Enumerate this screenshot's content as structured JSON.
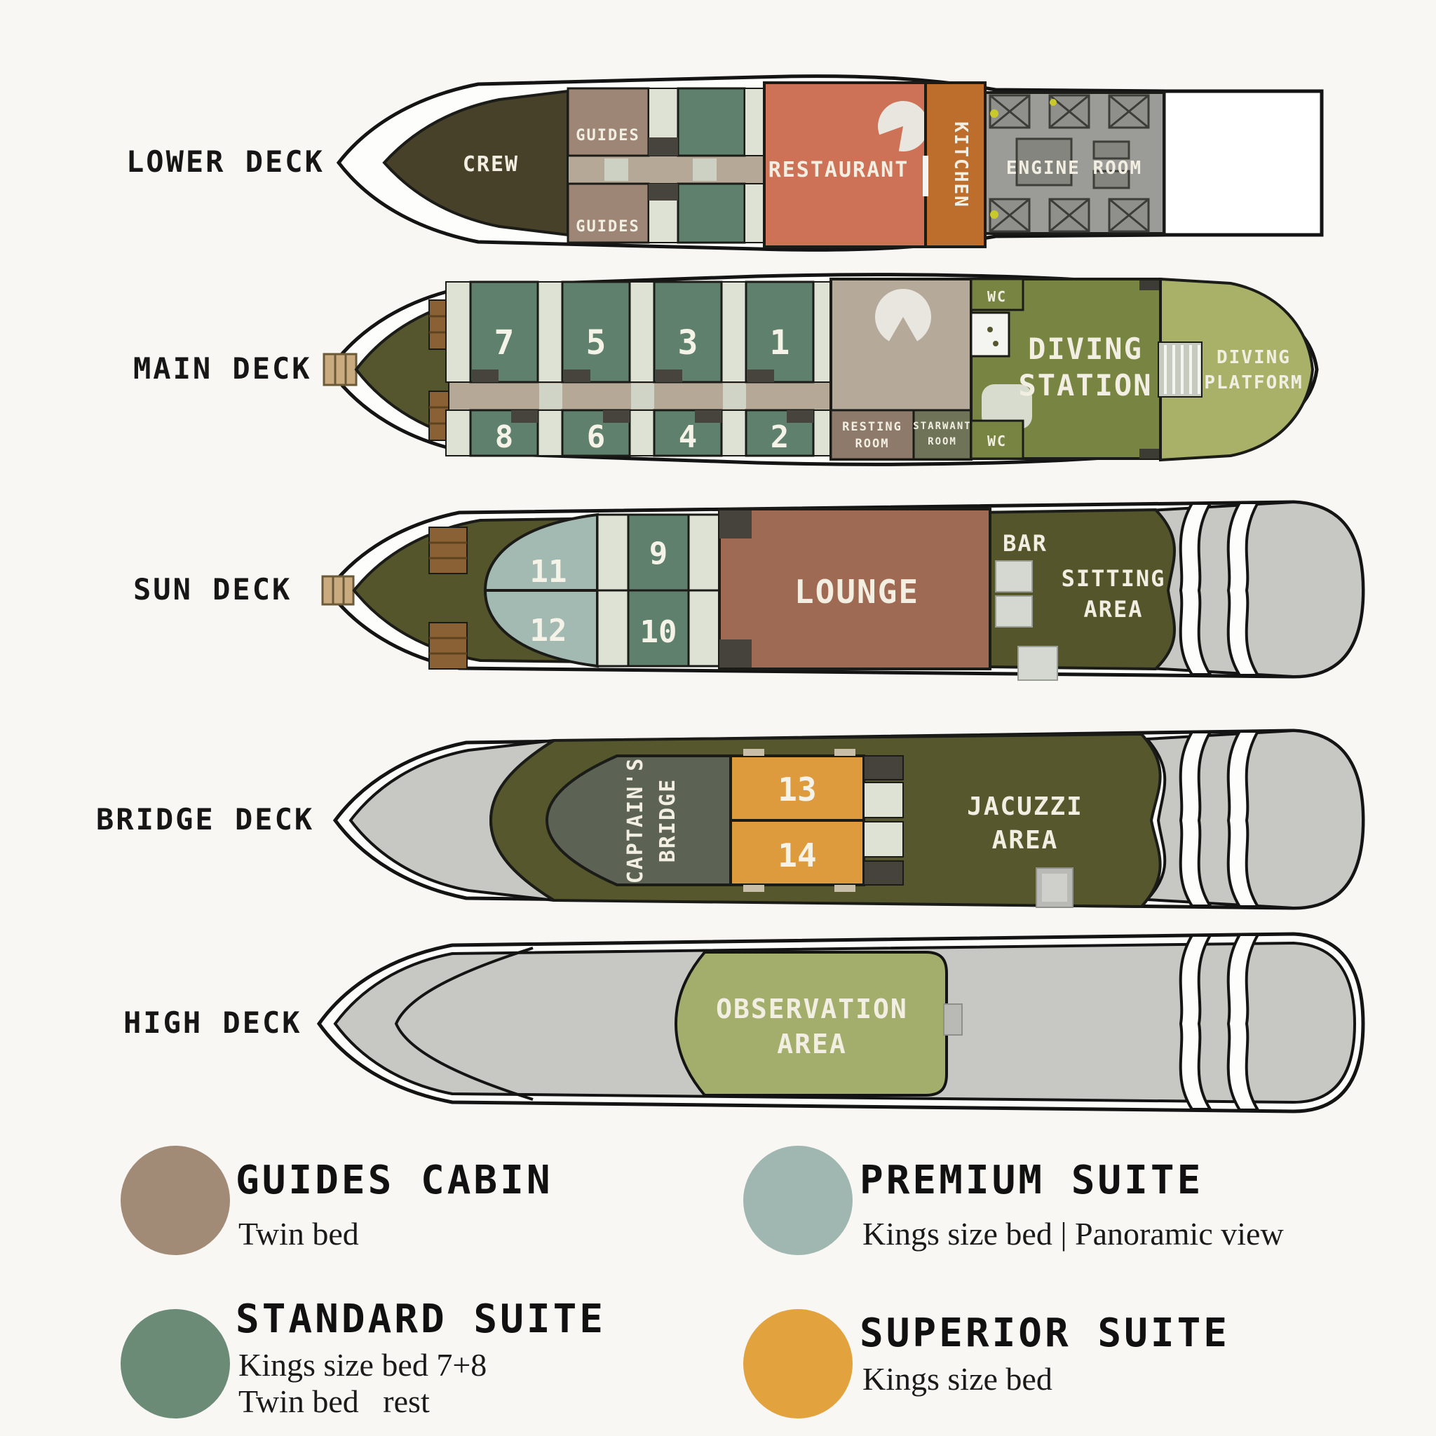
{
  "deck_labels": {
    "lower": "LOWER DECK",
    "main": "MAIN DECK",
    "sun": "SUN DECK",
    "bridge": "BRIDGE DECK",
    "high": "HIGH DECK"
  },
  "lower_deck": {
    "crew": "CREW",
    "guides_fore": "GUIDES",
    "guides_aft": "GUIDES",
    "restaurant": "RESTAURANT",
    "kitchen": "KITCHEN",
    "engine_room": "ENGINE ROOM"
  },
  "main_deck": {
    "cabins_fore": [
      "7",
      "5",
      "3",
      "1"
    ],
    "cabins_aft": [
      "8",
      "6",
      "4",
      "2"
    ],
    "wc_fore": "WC",
    "wc_aft": "WC",
    "resting_room": [
      "RESTING",
      "ROOM"
    ],
    "utility_room": [
      "STARWANT",
      "ROOM"
    ],
    "diving_station": [
      "DIVING",
      "STATION"
    ],
    "diving_platform": [
      "DIVING",
      "PLATFORM"
    ]
  },
  "sun_deck": {
    "premium_cabins": [
      "11",
      "12"
    ],
    "standard_cabins": [
      "9",
      "10"
    ],
    "lounge": "LOUNGE",
    "bar": "BAR",
    "sitting_area": [
      "SITTING",
      "AREA"
    ]
  },
  "bridge_deck": {
    "captains_bridge": [
      "CAPTAIN'S",
      "BRIDGE"
    ],
    "cabins": [
      "13",
      "14"
    ],
    "jacuzzi_area": [
      "JACUZZI",
      "AREA"
    ]
  },
  "high_deck": {
    "observation_area": [
      "OBSERVATION",
      "AREA"
    ]
  },
  "legend": {
    "items": [
      {
        "name": "GUIDES CABIN",
        "desc": "Twin bed",
        "color": "#a18a76"
      },
      {
        "name": "PREMIUM SUITE",
        "desc": "Kings size bed | Panoramic view",
        "color": "#a0b7b1"
      },
      {
        "name": "STANDARD SUITE",
        "desc_lines": [
          "Kings size bed 7+8",
          "Twin bed   rest"
        ],
        "color": "#6b8b77"
      },
      {
        "name": "SUPERIOR SUITE",
        "desc": "Kings size bed",
        "color": "#e2a23e"
      }
    ]
  },
  "palette": {
    "background": "#f8f7f4",
    "hull_white": "#fdfdfc",
    "outline": "#141414",
    "crew": "#474129",
    "guides_cabin": "#9d8676",
    "standard_cabin": "#5e806c",
    "premium_cabin": "#a3bab3",
    "superior_cabin": "#dd9b3e",
    "restaurant": "#cd7257",
    "kitchen": "#bd6e2d",
    "engine_room": "#9b9b97",
    "corridor": "#b5a897",
    "bathroom_cell": "#dde2d4",
    "dark_cell": "#46443c",
    "main_deck_olive": "#55562e",
    "diving_station": "#788542",
    "diving_platform": "#a9b168",
    "sun_deck_olive": "#54552b",
    "lounge": "#9e6a54",
    "gray_deck": "#c7c8c4",
    "bridge_house": "#5c6254",
    "observation": "#a4ae6c",
    "wood": "#8a6134",
    "ladder": "#c9ab7f",
    "resting_room": "#8d7a6a",
    "utility_room": "#6f7459",
    "taupe_room": "#b5a99a"
  }
}
